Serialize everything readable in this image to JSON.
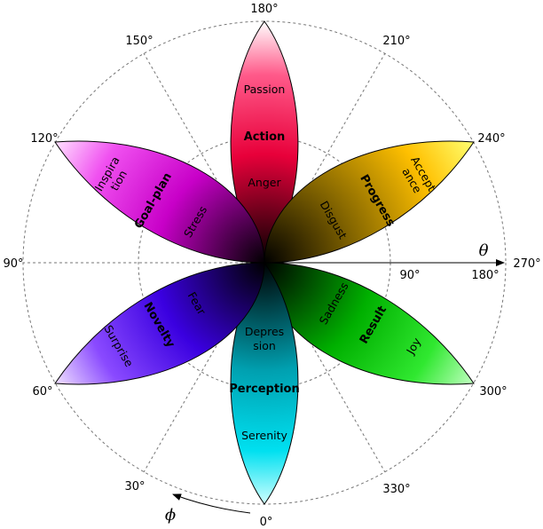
{
  "angles": {
    "a180": "180°",
    "a210": "210°",
    "a240": "240°",
    "a270": "270°",
    "a300": "300°",
    "a330": "330°",
    "a0": "0°",
    "a30": "30°",
    "a60": "60°",
    "a90": "90°",
    "a120": "120°",
    "a150": "150°",
    "inner90": "90°",
    "inner180": "180°"
  },
  "symbols": {
    "theta": "θ",
    "phi": "ϕ"
  },
  "petals": {
    "action": {
      "name": "Action",
      "outer": "Passion",
      "inner": "Anger"
    },
    "progress": {
      "name": "Progress",
      "outer1": "Accept",
      "outer2": "ance",
      "inner": "Disgust"
    },
    "result": {
      "name": "Result",
      "outer": "Joy",
      "inner": "Sadness"
    },
    "perception": {
      "name": "Perception",
      "outer": "Serenity",
      "inner1": "Depres",
      "inner2": "sion"
    },
    "novelty": {
      "name": "Novelty",
      "outer": "Surprise",
      "inner": "Fear"
    },
    "goalplan": {
      "name": "Goal-plan",
      "outer1": "Inspira",
      "outer2": "tion",
      "inner": "Stress"
    }
  },
  "colors": {
    "action": "#ff0000",
    "progress": "#ffdd00",
    "result": "#00dd00",
    "perception": "#00ccff",
    "novelty": "#5500ff",
    "goalplan": "#dd00dd"
  }
}
